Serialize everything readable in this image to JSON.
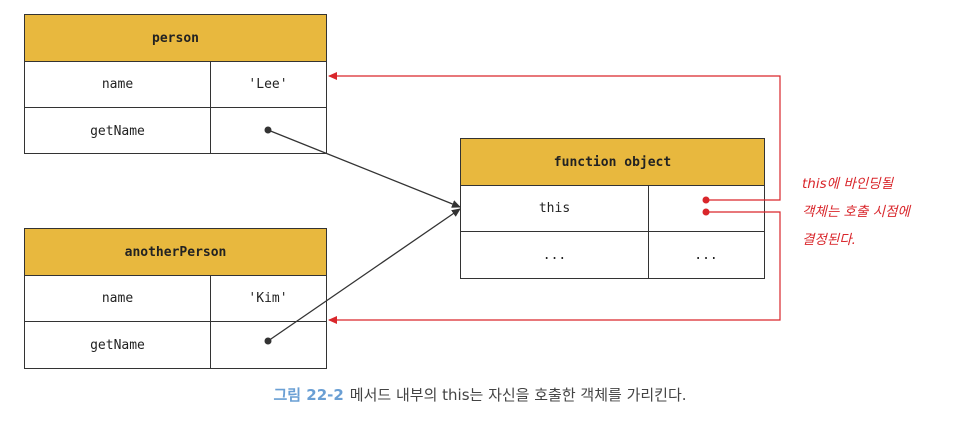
{
  "person": {
    "title": "person",
    "rows": [
      {
        "key": "name",
        "value": "'Lee'"
      },
      {
        "key": "getName",
        "value": ""
      }
    ]
  },
  "anotherPerson": {
    "title": "anotherPerson",
    "rows": [
      {
        "key": "name",
        "value": "'Kim'"
      },
      {
        "key": "getName",
        "value": ""
      }
    ]
  },
  "functionObject": {
    "title": "function object",
    "rows": [
      {
        "key": "this",
        "value": ""
      },
      {
        "key": "...",
        "value": "..."
      }
    ]
  },
  "annotation": {
    "line1": "this에 바인딩될",
    "line2": "객체는 호출 시점에",
    "line3": "결정된다."
  },
  "caption": {
    "figure": "그림 22-2",
    "text": "메서드 내부의 this는 자신을 호출한 객체를 가리킨다."
  },
  "colors": {
    "header": "#e8b83e",
    "accent": "#d9262b",
    "caption_figure": "#6a9fd4"
  }
}
